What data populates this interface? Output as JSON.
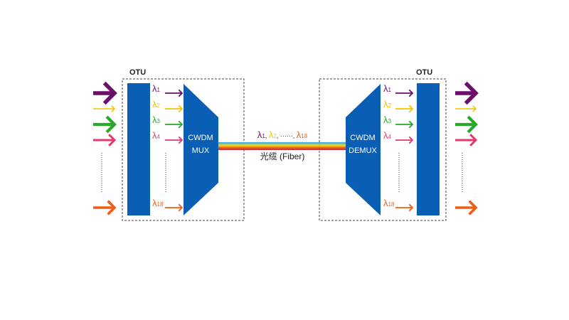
{
  "labels": {
    "otu_left": "OTU",
    "otu_right": "OTU",
    "mux": [
      "CWDM",
      "MUX"
    ],
    "demux": [
      "CWDM",
      "DEMUX"
    ],
    "fiber": "光缆 (Fiber)"
  },
  "wavelength_symbol": "λ",
  "channels": [
    {
      "sub": "1",
      "color": "#6b0f6b"
    },
    {
      "sub": "2",
      "color": "#f3c400"
    },
    {
      "sub": "3",
      "color": "#2aa82a"
    },
    {
      "sub": "4",
      "color": "#e23a6e"
    },
    {
      "sub": "18",
      "color": "#f25c14"
    }
  ],
  "fiber_label": {
    "items": [
      {
        "sub": "1",
        "color": "#6b0f6b"
      },
      {
        "sub": "2",
        "color": "#f3c400"
      },
      {
        "sub": "18",
        "color": "#f25c14"
      }
    ],
    "separator": ",",
    "ellipsis": "······"
  },
  "colors": {
    "block": "#0a5fb4",
    "box_border": "#444444",
    "text": "#222222",
    "label_white": "#ffffff",
    "fiber_lines": [
      "#3fb0e8",
      "#9bd17a",
      "#f3c400",
      "#f25c14",
      "#d0213a"
    ]
  }
}
